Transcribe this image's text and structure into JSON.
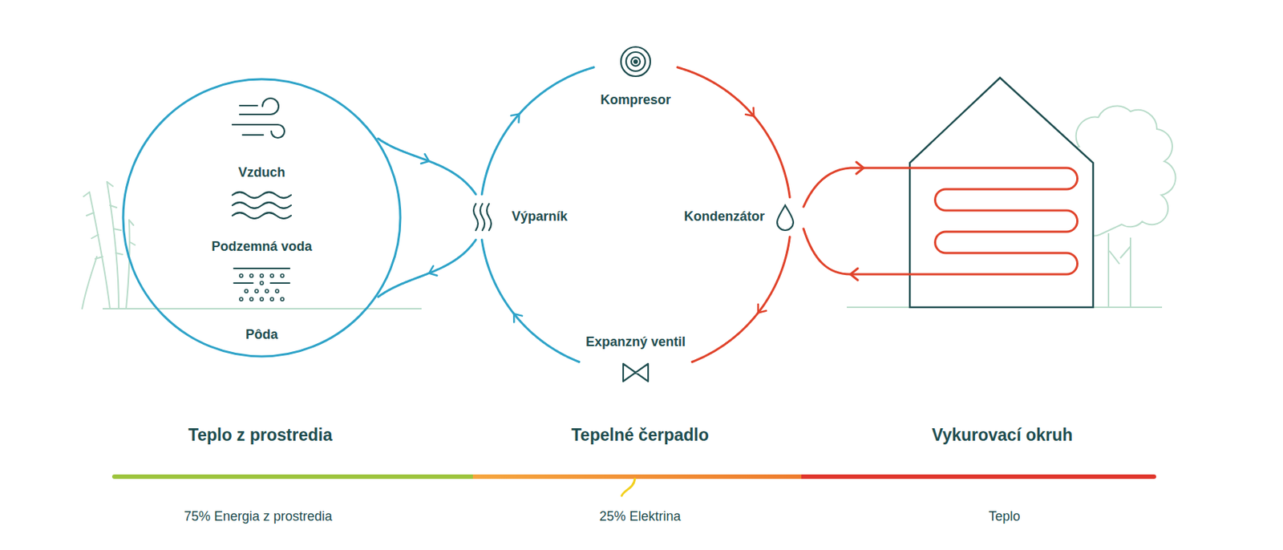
{
  "diagram": {
    "nodes": [
      {
        "text": [
          "Vzduch",
          "Podzemná voda",
          "Pôda"
        ]
      },
      {
        "text": [
          "Kompresor"
        ]
      },
      {
        "text": [
          "Výparník"
        ]
      },
      {
        "text": [
          "Kondenzátor"
        ]
      },
      {
        "text": [
          "Expanzný ventil"
        ]
      }
    ],
    "edges": [
      {
        "from": 0,
        "to": 2,
        "arrow": "to"
      },
      {
        "from": 2,
        "to": 0,
        "arrow": "to"
      },
      {
        "from": 2,
        "to": 1,
        "arrow": "to"
      },
      {
        "from": 1,
        "to": 3,
        "arrow": "to"
      },
      {
        "from": 3,
        "to": 4,
        "arrow": "to"
      },
      {
        "from": 4,
        "to": 2,
        "arrow": "to"
      }
    ],
    "labels": [
      "Teplo z prostredia",
      "Tepelné čerpadlo",
      "Vykurovací okruh",
      "75% Energia z prostredia",
      "25% Elektrina",
      "Teplo"
    ]
  }
}
